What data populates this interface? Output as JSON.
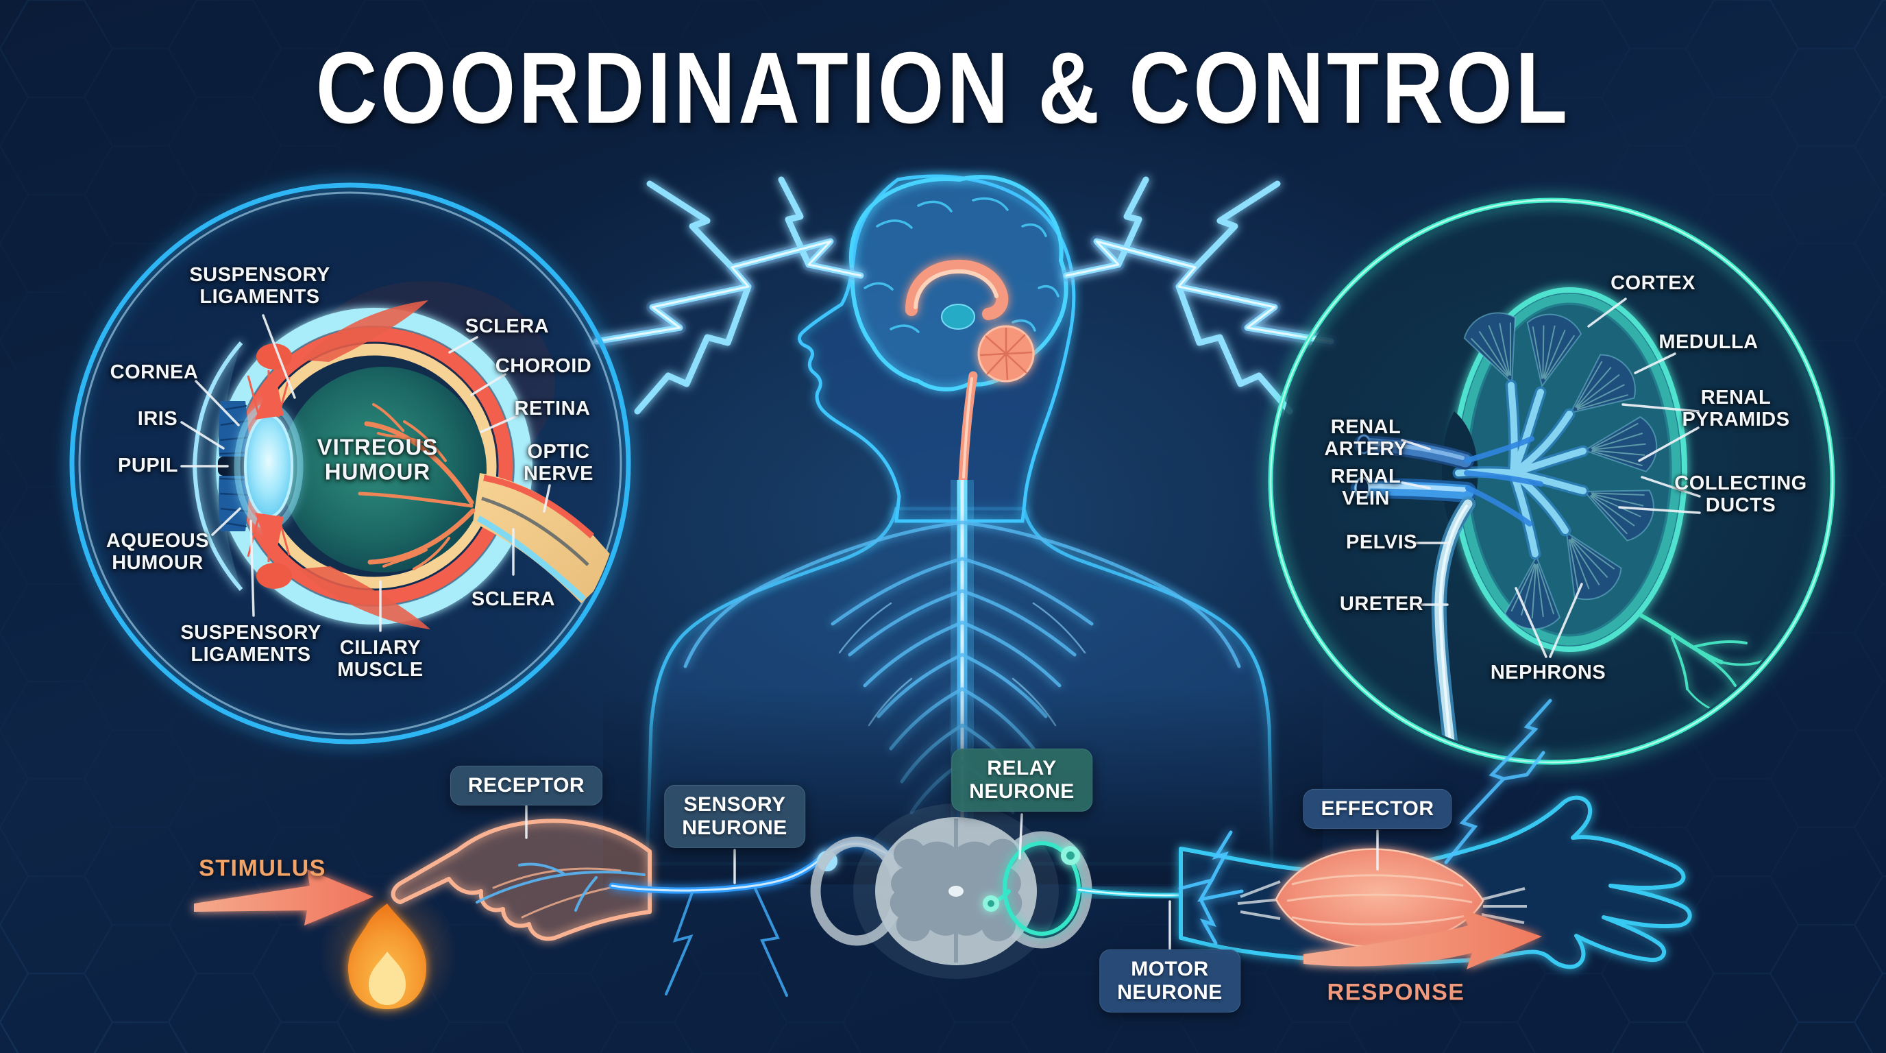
{
  "title": "COORDINATION & CONTROL",
  "eye_diagram": {
    "name": "eye cross-section",
    "labels": {
      "suspensory_top": "SUSPENSORY\nLIGAMENTS",
      "cornea": "CORNEA",
      "iris": "IRIS",
      "pupil": "PUPIL",
      "aqueous_humour": "AQUEOUS\nHUMOUR",
      "suspensory_bottom": "SUSPENSORY\nLIGAMENTS",
      "ciliary_muscle": "CILIARY\nMUSCLE",
      "sclera_top": "SCLERA",
      "choroid": "CHOROID",
      "retina": "RETINA",
      "vitreous_humour": "VITREOUS\nHUMOUR",
      "optic_nerve": "OPTIC\nNERVE",
      "sclera_bottom": "SCLERA"
    }
  },
  "kidney_diagram": {
    "name": "kidney cross-section",
    "labels": {
      "cortex": "CORTEX",
      "medulla": "MEDULLA",
      "renal_pyramids": "RENAL\nPYRAMIDS",
      "renal_artery": "RENAL\nARTERY",
      "renal_vein": "RENAL\nVEIN",
      "collecting_ducts": "COLLECTING\nDUCTS",
      "pelvis": "PELVIS",
      "ureter": "URETER",
      "nephrons": "NEPHRONS"
    }
  },
  "reflex_arc": {
    "stimulus": "STIMULUS",
    "receptor": "RECEPTOR",
    "sensory_neurone": "SENSORY\nNEURONE",
    "relay_neurone": "RELAY\nNEURONE",
    "motor_neurone": "MOTOR\nNEURONE",
    "effector": "EFFECTOR",
    "response": "RESPONSE"
  },
  "icons": {
    "stimulus_arrow": "arrow-right-icon",
    "response_arrow": "arrow-right-icon",
    "flame": "flame-icon",
    "lightning": "lightning-bolt-icon"
  },
  "colors": {
    "background": "#0b1e3c",
    "title_text": "#ffffff",
    "eye_ring": "#2eb6f5",
    "kidney_ring": "#3deec9",
    "label_text": "#f3f7fa",
    "stimulus_text": "#f2a368",
    "response_text": "#f0997d",
    "coral": "#f2604d",
    "badge_slate": "#31506b",
    "badge_teal": "#2d6a64",
    "badge_blue": "#294d7a"
  }
}
